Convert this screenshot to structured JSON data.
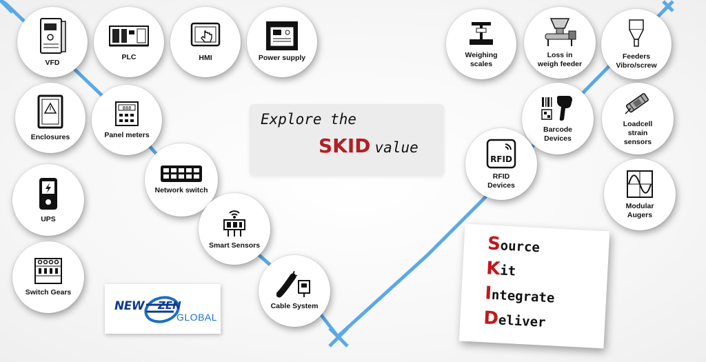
{
  "explore": {
    "line1": "Explore the",
    "highlight": "SKID",
    "suffix": "value"
  },
  "left_nodes": [
    {
      "id": "vfd",
      "label": "VFD",
      "icon": "vfd-drive-icon"
    },
    {
      "id": "plc",
      "label": "PLC",
      "icon": "plc-module-icon"
    },
    {
      "id": "hmi",
      "label": "HMI",
      "icon": "touch-panel-icon"
    },
    {
      "id": "power-supply",
      "label": "Power supply",
      "icon": "power-supply-icon"
    },
    {
      "id": "enclosures",
      "label": "Enclosures",
      "icon": "enclosure-cabinet-icon"
    },
    {
      "id": "panel-meters",
      "label": "Panel meters",
      "icon": "panel-meter-icon"
    },
    {
      "id": "ups",
      "label": "UPS",
      "icon": "ups-battery-icon"
    },
    {
      "id": "network-switch",
      "label": "Network switch",
      "icon": "network-switch-icon"
    },
    {
      "id": "smart-sensors",
      "label": "Smart Sensors",
      "icon": "smart-sensor-icon"
    },
    {
      "id": "switch-gears",
      "label": "Switch Gears",
      "icon": "circuit-breaker-icon"
    },
    {
      "id": "cable-system",
      "label": "Cable System",
      "icon": "cable-connector-icon"
    }
  ],
  "right_nodes": [
    {
      "id": "weighing-scales",
      "label": "Weighing\nscales",
      "icon": "weighing-scale-icon"
    },
    {
      "id": "loss-in-weigh",
      "label": "Loss in\nweigh feeder",
      "icon": "loss-in-weigh-feeder-icon"
    },
    {
      "id": "feeders",
      "label": "Feeders\nVibro/screw",
      "icon": "hopper-feeder-icon"
    },
    {
      "id": "barcode",
      "label": "Barcode\nDevices",
      "icon": "barcode-scanner-icon"
    },
    {
      "id": "loadcell",
      "label": "Loadcell\nstrain\nsensors",
      "icon": "load-cell-icon"
    },
    {
      "id": "rfid",
      "label": "RFID\nDevices",
      "icon": "rfid-tag-icon"
    },
    {
      "id": "augers",
      "label": "Modular\nAugers",
      "icon": "sine-wave-icon"
    }
  ],
  "logo": {
    "word1": "NEW",
    "word2": "ZEN",
    "word3": "GLOBAL"
  },
  "skid_acronym": [
    {
      "cap": "S",
      "rest": "ource"
    },
    {
      "cap": "K",
      "rest": "it"
    },
    {
      "cap": "I",
      "rest": "ntegrate"
    },
    {
      "cap": "D",
      "rest": "eliver"
    }
  ],
  "colors": {
    "connector": "#5aa9e6",
    "accent_red": "#b11f24",
    "brand_blue": "#0e3a8e"
  }
}
